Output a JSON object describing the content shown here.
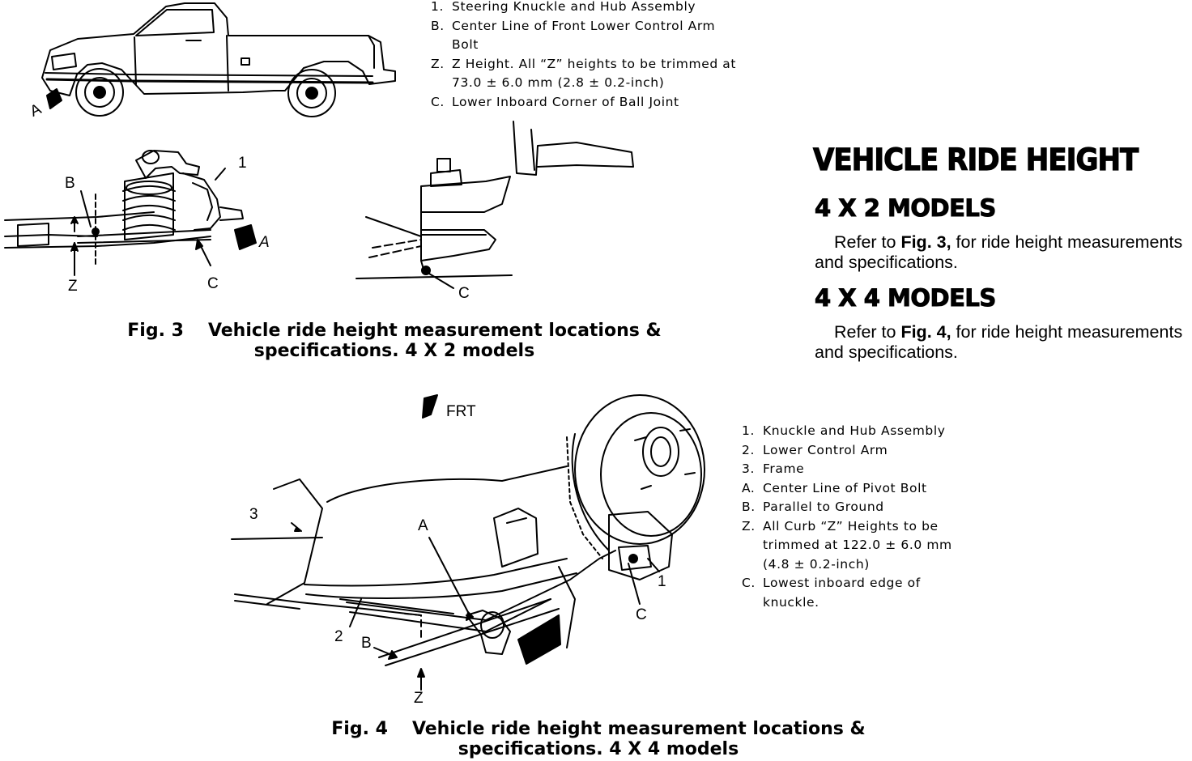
{
  "section": {
    "title": "VEHICLE RIDE HEIGHT",
    "sub1": {
      "heading": "4 X 2 MODELS",
      "text_before": "Refer to ",
      "fig_ref": "Fig. 3,",
      "text_after": " for ride height measurements and specifications."
    },
    "sub2": {
      "heading": "4 X 4 MODELS",
      "text_before": "Refer to ",
      "fig_ref": "Fig. 4,",
      "text_after": " for ride height measurements and specifications."
    }
  },
  "fig3": {
    "legend": [
      {
        "key": "1.",
        "text": "Steering Knuckle and Hub Assembly"
      },
      {
        "key": "B.",
        "text": "Center Line of Front Lower Control Arm\nBolt"
      },
      {
        "key": "Z.",
        "text": "Z Height. All “Z” heights to be trimmed at\n73.0 ± 6.0 mm (2.8 ± 0.2-inch)"
      },
      {
        "key": "C.",
        "text": "Lower Inboard Corner of Ball Joint"
      }
    ],
    "callouts": {
      "a_truck": "A",
      "a_arrow": "A",
      "b": "B",
      "one": "1",
      "z": "Z",
      "c_left": "C",
      "c_right": "C"
    },
    "caption_num": "Fig. 3",
    "caption_line1": "Vehicle ride height measurement locations &",
    "caption_line2": "specifications. 4 X 2 models"
  },
  "fig4": {
    "legend": [
      {
        "key": "1.",
        "text": "Knuckle and Hub Assembly"
      },
      {
        "key": "2.",
        "text": "Lower Control Arm"
      },
      {
        "key": "3.",
        "text": "Frame"
      },
      {
        "key": "A.",
        "text": "Center Line of Pivot Bolt"
      },
      {
        "key": "B.",
        "text": "Parallel to Ground"
      },
      {
        "key": "Z.",
        "text": "All Curb “Z” Heights to be\ntrimmed at 122.0 ± 6.0 mm\n(4.8 ± 0.2-inch)"
      },
      {
        "key": "C.",
        "text": "Lowest inboard edge of\nknuckle."
      }
    ],
    "callouts": {
      "frt": "FRT",
      "three": "3",
      "a": "A",
      "one": "1",
      "c": "C",
      "two": "2",
      "b": "B",
      "z": "Z"
    },
    "caption_num": "Fig. 4",
    "caption_line1": "Vehicle ride height measurement locations &",
    "caption_line2": "specifications. 4 X 4 models"
  }
}
